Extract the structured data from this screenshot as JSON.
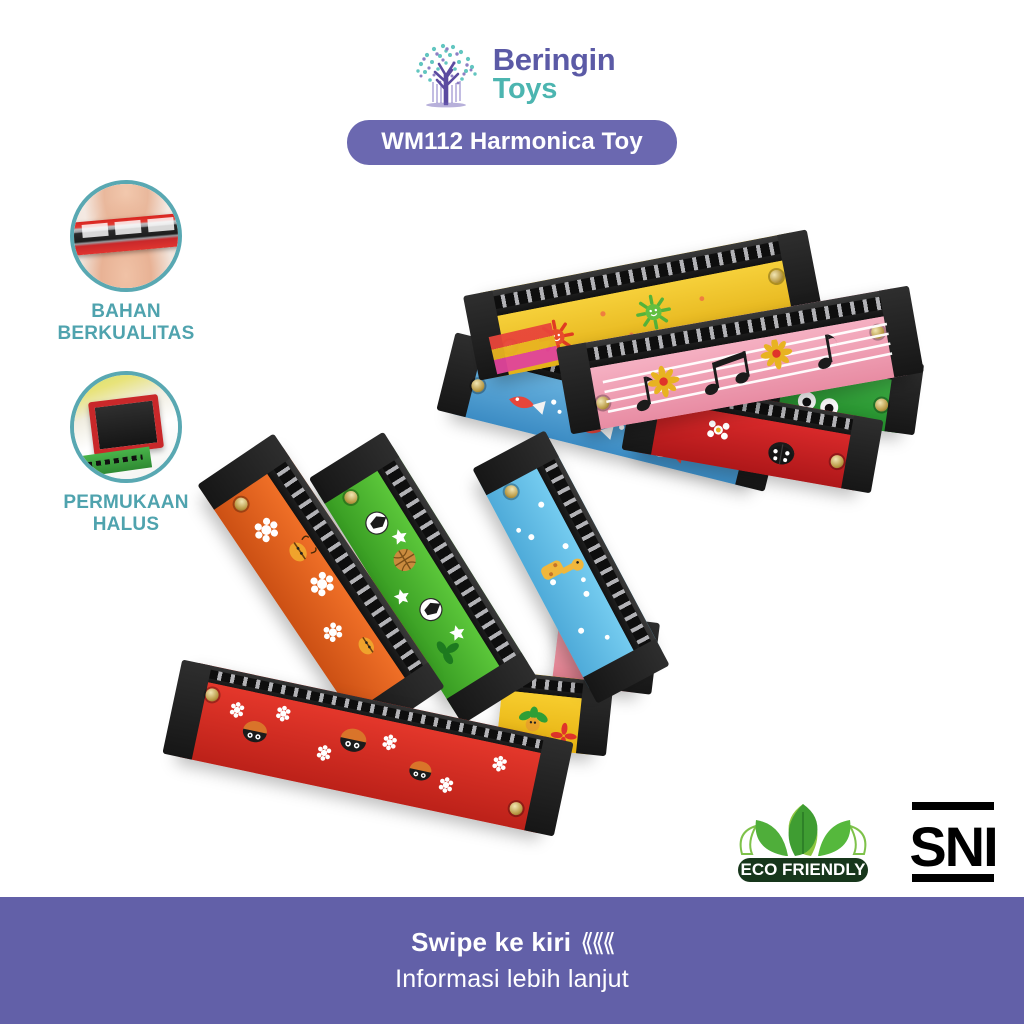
{
  "brand": {
    "logo_icon": "banyan-tree-icon",
    "name": "Beringin",
    "sub": "Toys",
    "name_color": "#5b5aa6",
    "sub_color": "#4cb5b0"
  },
  "title": {
    "text": "WM112 Harmonica Toy",
    "pill_color": "#6b68b0",
    "text_color": "#ffffff"
  },
  "features": [
    {
      "caption_line1": "BAHAN",
      "caption_line2": "BERKUALITAS",
      "image_alt": "hand-holding-red-harmonica",
      "ring_color": "#59a8b2",
      "text_color": "#4fa3ae"
    },
    {
      "caption_line1": "PERMUKAAN",
      "caption_line2": "HALUS",
      "image_alt": "harmonica-end-closeup",
      "ring_color": "#59a8b2",
      "text_color": "#4fa3ae"
    }
  ],
  "product_photo": {
    "alt": "colorful wooden harmonica toys arranged in two clusters",
    "background": "#ffffff",
    "upper_cluster": [
      {
        "color_name": "yellow",
        "hex": "#f3c52a",
        "decor": "sun-faces"
      },
      {
        "color_name": "pink",
        "hex": "#f3a8bc",
        "decor": "music-notes-flowers"
      },
      {
        "color_name": "blue",
        "hex": "#5aa6d8",
        "decor": "fish"
      },
      {
        "color_name": "red",
        "hex": "#cf2026",
        "decor": "ladybug-flower"
      },
      {
        "color_name": "green",
        "hex": "#3aa83f",
        "decor": "frog-eyes"
      }
    ],
    "lower_cluster": [
      {
        "color_name": "orange",
        "hex": "#e8622a",
        "decor": "bees-flowers"
      },
      {
        "color_name": "green",
        "hex": "#52bb32",
        "decor": "sports-balls-stars"
      },
      {
        "color_name": "light-blue",
        "hex": "#68c4ea",
        "decor": "giraffe-dots"
      },
      {
        "color_name": "red",
        "hex": "#e03127",
        "decor": "ladybugs-flowers"
      },
      {
        "color_name": "pink",
        "hex": "#ef8f9c",
        "decor": "plain"
      },
      {
        "color_name": "yellow",
        "hex": "#f4c520",
        "decor": "flower-bee"
      }
    ]
  },
  "certifications": [
    {
      "id": "eco-friendly",
      "label": "ECO FRIENDLY",
      "pill_color": "#17361b",
      "leaf_color": "#3faa33"
    },
    {
      "id": "sni",
      "label": "SNI",
      "color": "#000000"
    }
  ],
  "banner": {
    "line1": "Swipe ke kiri",
    "chevrons": "⟪⟪⟪",
    "line2": "Informasi lebih lanjut",
    "background": "#6260a8",
    "text_color": "#ffffff"
  }
}
